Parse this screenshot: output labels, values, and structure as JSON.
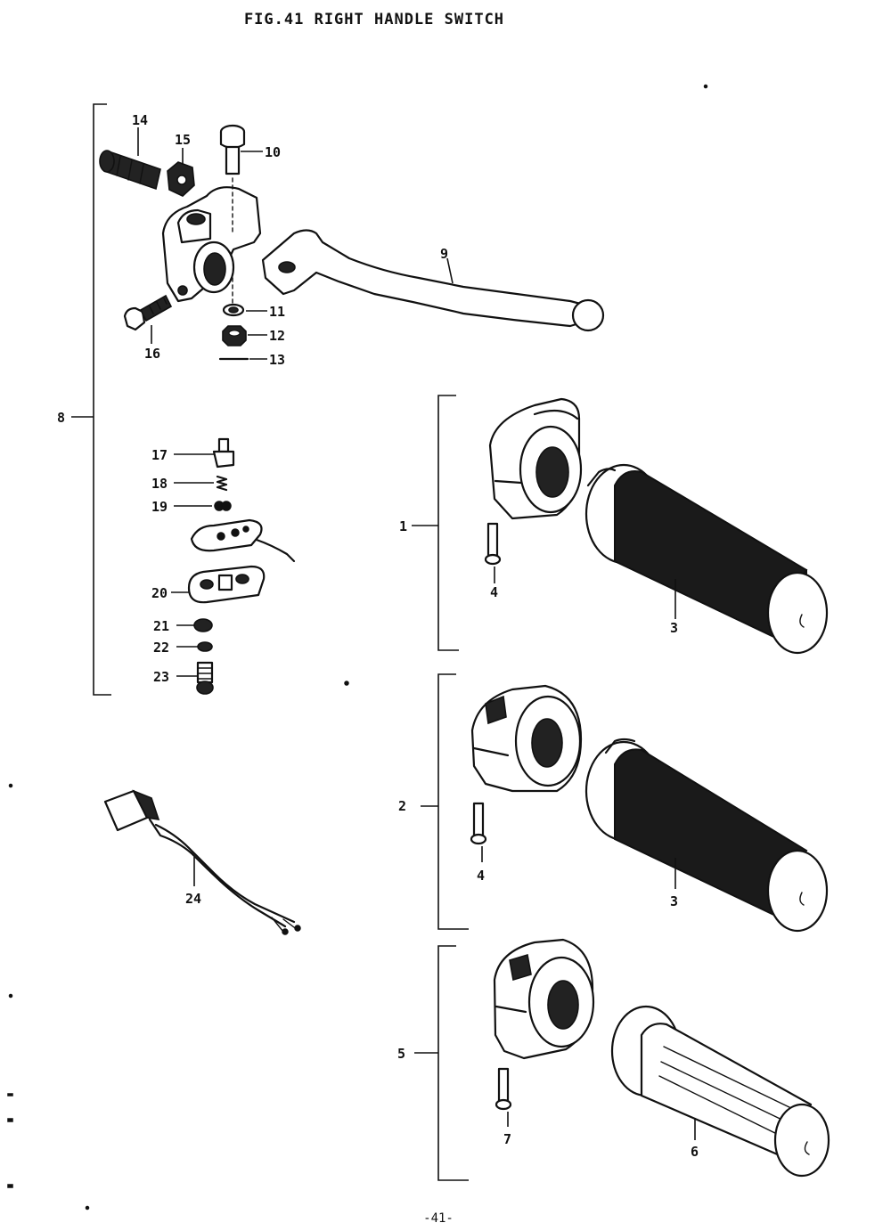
{
  "title": "FIG.41  RIGHT HANDLE SWITCH",
  "page_number": "-41-",
  "callouts": {
    "c1": "1",
    "c2": "2",
    "c3a": "3",
    "c3b": "3",
    "c4a": "4",
    "c4b": "4",
    "c5": "5",
    "c6": "6",
    "c7": "7",
    "c8": "8",
    "c9": "9",
    "c10": "10",
    "c11": "11",
    "c12": "12",
    "c13": "13",
    "c14": "14",
    "c15": "15",
    "c16": "16",
    "c17": "17",
    "c18": "18",
    "c19": "19",
    "c20": "20",
    "c21": "21",
    "c22": "22",
    "c23": "23",
    "c24": "24"
  }
}
